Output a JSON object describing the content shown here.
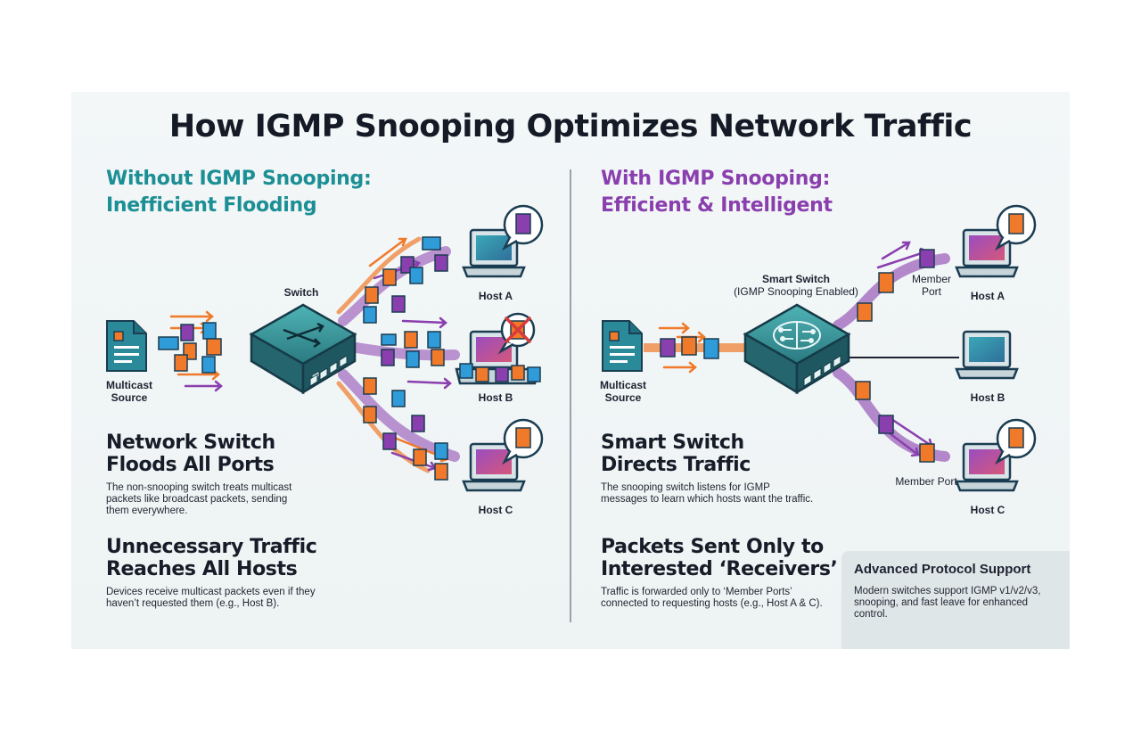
{
  "title": "How IGMP Snooping Optimizes Network Traffic",
  "left": {
    "heading_line1": "Without IGMP Snooping:",
    "heading_line2": "Inefficient Flooding",
    "source_label_line1": "Multicast",
    "source_label_line2": "Source",
    "switch_label": "Switch",
    "hosts": [
      "Host A",
      "Host B",
      "Host C"
    ],
    "point1_title_line1": "Network Switch",
    "point1_title_line2": "Floods All Ports",
    "point1_body_line1": "The non-snooping switch treats multicast",
    "point1_body_line2": "packets like broadcast packets, sending",
    "point1_body_line3": "them everywhere.",
    "point2_title_line1": "Unnecessary Traffic",
    "point2_title_line2": "Reaches All Hosts",
    "point2_body_line1": "Devices receive multicast packets even if they",
    "point2_body_line2": "haven’t requested them (e.g., Host B)."
  },
  "right": {
    "heading_line1": "With IGMP Snooping:",
    "heading_line2": "Efficient & Intelligent",
    "source_label_line1": "Multicast",
    "source_label_line2": "Source",
    "switch_label_line1": "Smart Switch",
    "switch_label_line2": "(IGMP Snooping Enabled)",
    "member_port_top_line1": "Member",
    "member_port_top_line2": "Port",
    "member_port_bottom": "Member Port",
    "hosts": [
      "Host A",
      "Host B",
      "Host C"
    ],
    "point1_title_line1": "Smart Switch",
    "point1_title_line2": "Directs Traffic",
    "point1_body_line1": "The snooping switch listens for IGMP",
    "point1_body_line2": "messages to learn which hosts want the traffic.",
    "point2_title_line1": "Packets Sent Only to",
    "point2_title_line2": "Interested ‘Receivers’",
    "point2_body_line1": "Traffic is forwarded only to ‘Member Ports’",
    "point2_body_line2": "connected to requesting hosts (e.g., Host A & C)."
  },
  "advanced": {
    "title": "Advanced Protocol Support",
    "body_line1": "Modern switches support IGMP v1/v2/v3,",
    "body_line2": "snooping, and fast leave for enhanced",
    "body_line3": "control."
  },
  "colors": {
    "teal": "#1c8f95",
    "purple": "#8a3fae",
    "orange": "#f07a2a",
    "blue_packet": "#2f9bd8",
    "switch_body": "#2d7f86",
    "blocked_red": "#d93a3a"
  },
  "icons": [
    "document-icon",
    "switch-icon",
    "brain-icon",
    "laptop-icon",
    "packet-icon",
    "blocked-icon",
    "speech-bubble-icon"
  ]
}
